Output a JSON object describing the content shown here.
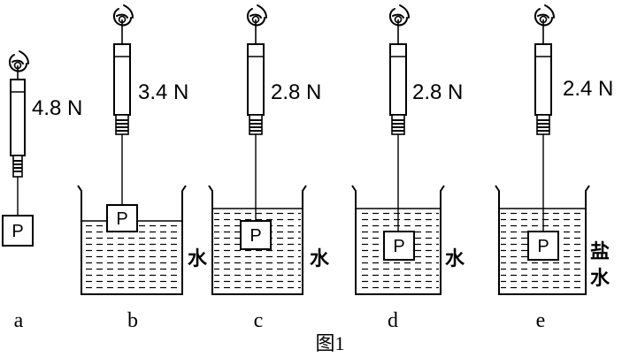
{
  "figure": {
    "caption": "图1"
  },
  "object_label": "P",
  "setups": [
    {
      "letter": "a",
      "reading": "4.8 N",
      "liquid_lines": []
    },
    {
      "letter": "b",
      "reading": "3.4 N",
      "liquid_lines": [
        "水"
      ]
    },
    {
      "letter": "c",
      "reading": "2.8 N",
      "liquid_lines": [
        "水"
      ]
    },
    {
      "letter": "d",
      "reading": "2.8 N",
      "liquid_lines": [
        "水"
      ]
    },
    {
      "letter": "e",
      "reading": "2.4 N",
      "liquid_lines": [
        "盐",
        "水"
      ]
    }
  ]
}
